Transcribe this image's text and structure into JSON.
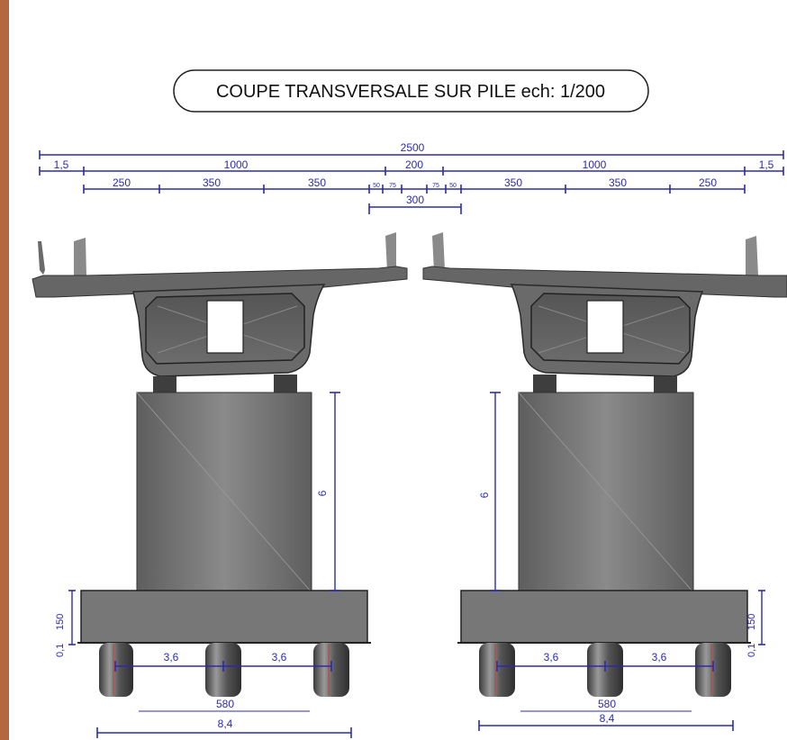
{
  "title": "COUPE TRANSVERSALE  SUR PILE ech: 1/200",
  "colors": {
    "frame": "#b5673f",
    "dimension": "#2b2bb0",
    "concrete": "#7a7a7a",
    "concrete_dark": "#4a4a4a",
    "pile_accent": "#c04040"
  },
  "dimensions": {
    "total_width": "2500",
    "edge_left": "1,5",
    "edge_right": "1,5",
    "deck_left": "1000",
    "gap_center": "200",
    "deck_right": "1000",
    "row3": [
      "250",
      "350",
      "350",
      "50",
      "75",
      "75",
      "50",
      "350",
      "350",
      "250"
    ],
    "gap_300": "300",
    "pier_height_left": "6",
    "pier_height_right": "6",
    "cap_left": [
      "0,1",
      "150"
    ],
    "cap_right": [
      "0,1",
      "150"
    ],
    "pile_spacing_left": [
      "3,6",
      "3,6"
    ],
    "pile_spacing_right": [
      "3,6",
      "3,6"
    ],
    "footing_580_left": "580",
    "footing_580_right": "580",
    "footing_84_left": "8,4",
    "footing_84_right": "8,4"
  }
}
